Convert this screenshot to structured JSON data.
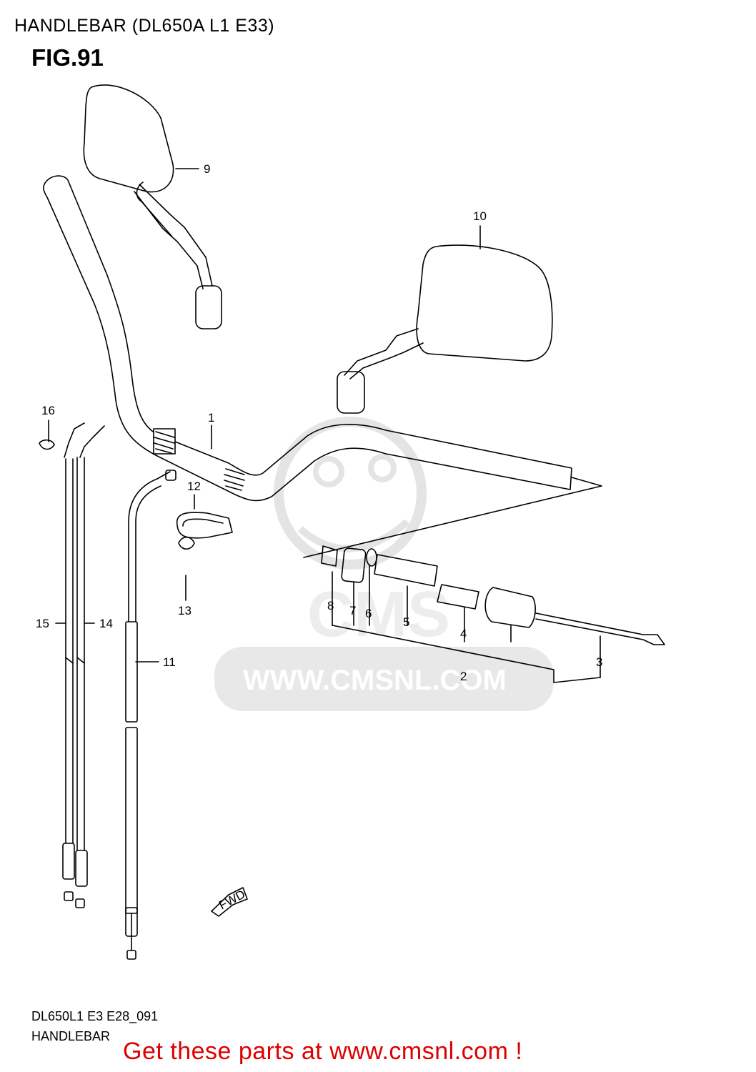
{
  "header": {
    "title": "HANDLEBAR (DL650A L1 E33)",
    "figure": "FIG.91"
  },
  "callouts": {
    "c1": "1",
    "c2": "2",
    "c3": "3",
    "c4": "4",
    "c5": "5",
    "c6": "6",
    "c7": "7",
    "c8": "8",
    "c9": "9",
    "c10": "10",
    "c11": "11",
    "c12": "12",
    "c13": "13",
    "c14": "14",
    "c15": "15",
    "c16": "16"
  },
  "badge": {
    "fwd": "FWD"
  },
  "watermark": {
    "url": "WWW.CMSNL.COM",
    "brand": "CMS"
  },
  "footer": {
    "code": "DL650L1 E3 E28_091",
    "name": "HANDLEBAR",
    "promo": "Get these parts at www.cmsnl.com !"
  }
}
